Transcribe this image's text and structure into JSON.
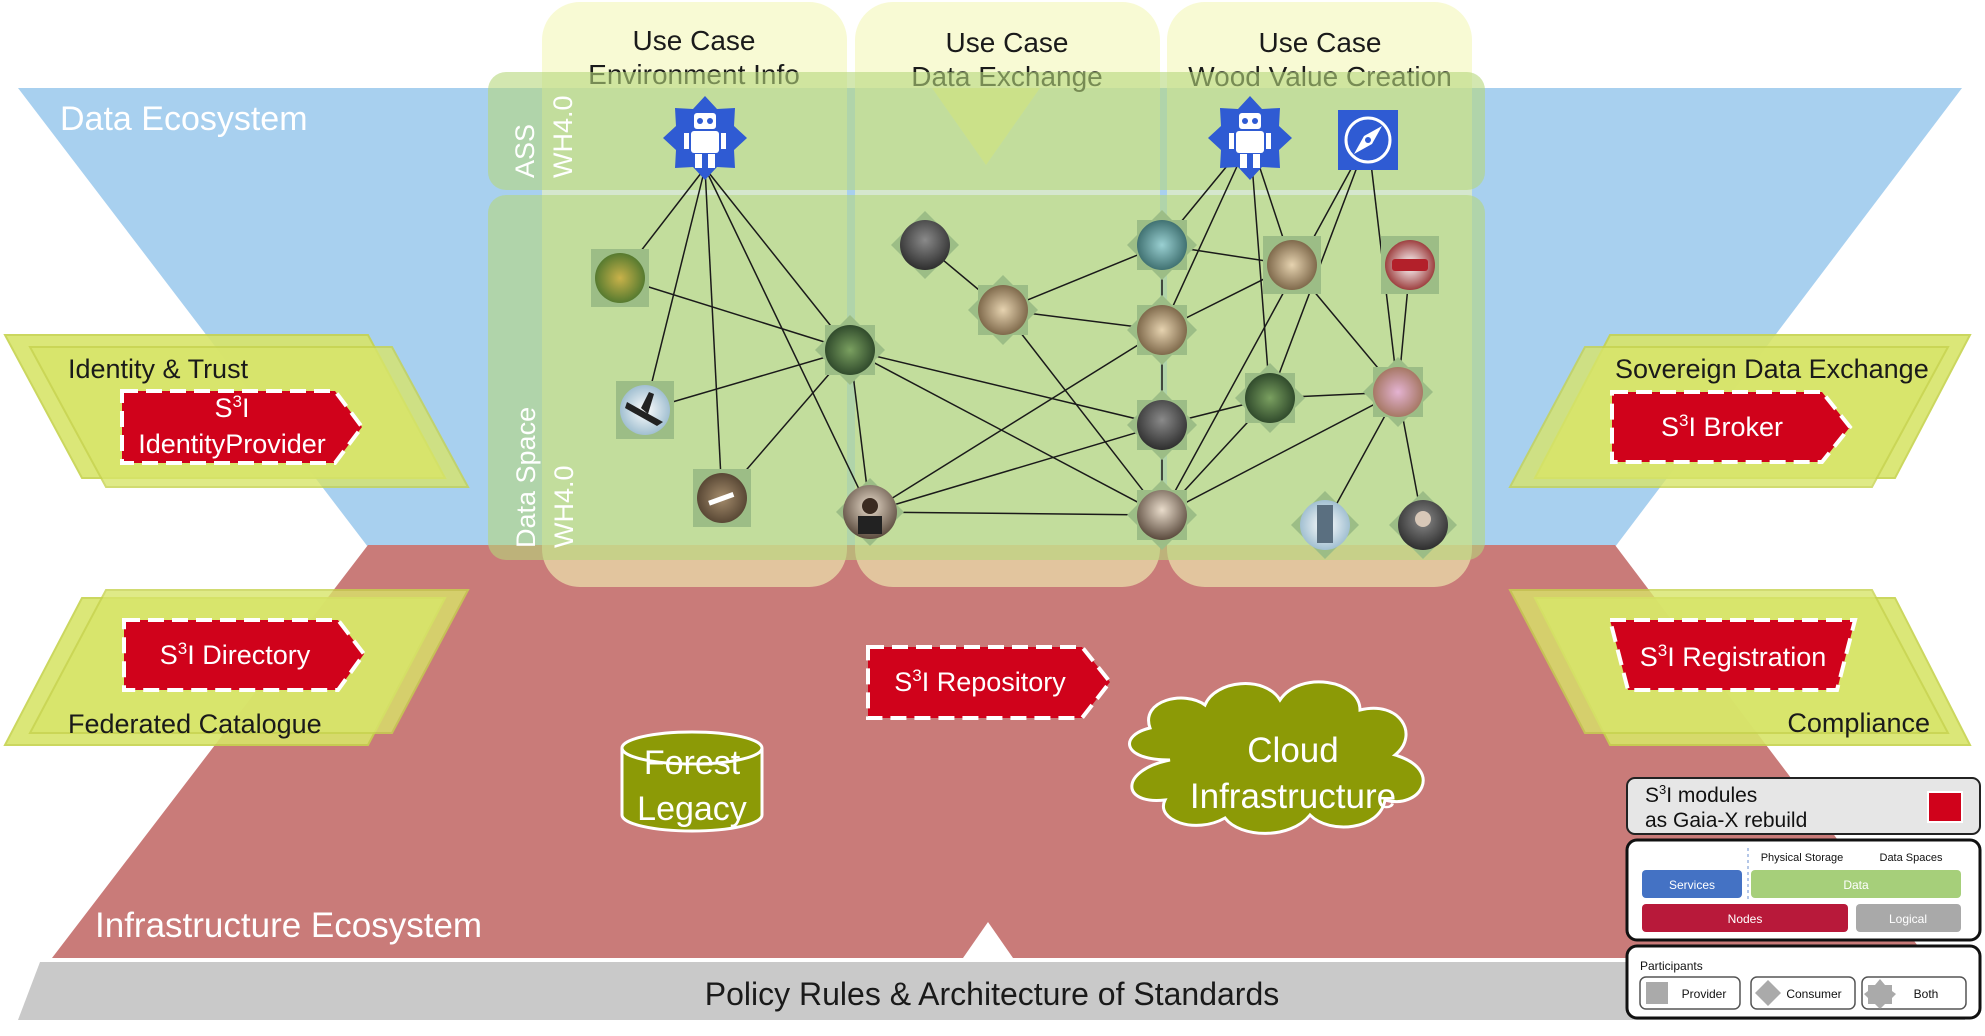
{
  "ecosystems": {
    "data_label": "Data Ecosystem",
    "infrastructure_label": "Infrastructure Ecosystem",
    "policy_label": "Policy Rules & Architecture of Standards"
  },
  "use_cases": [
    {
      "line1": "Use Case",
      "line2": "Environment Info"
    },
    {
      "line1": "Use Case",
      "line2": "Data Exchange"
    },
    {
      "line1": "Use Case",
      "line2": "Wood Value Creation"
    }
  ],
  "lanes": {
    "ass": {
      "line1": "ASS",
      "line2": "WH4.0"
    },
    "data_space": {
      "line1": "Data Space",
      "line2": "WH4.0"
    }
  },
  "side_panels": {
    "identity_trust": {
      "title": "Identity & Trust",
      "module_line1_pre": "S",
      "module_line1_sup": "3",
      "module_line1_post": "I",
      "module_line2": "IdentityProvider"
    },
    "federated_catalogue": {
      "title": "Federated Catalogue",
      "module_pre": "S",
      "module_sup": "3",
      "module_post": "I Directory"
    },
    "sovereign_data_exchange": {
      "title": "Sovereign Data Exchange",
      "module_pre": "S",
      "module_sup": "3",
      "module_post": "I Broker"
    },
    "compliance": {
      "title": "Compliance",
      "module_pre": "S",
      "module_sup": "3",
      "module_post": "I Registration"
    }
  },
  "center": {
    "repository": {
      "pre": "S",
      "sup": "3",
      "post": "I Repository"
    },
    "forest_legacy": {
      "line1": "Forest",
      "line2": "Legacy"
    },
    "cloud": {
      "line1": "Cloud",
      "line2": "Infrastructure"
    }
  },
  "legend": {
    "modules": {
      "line1_pre": "S",
      "line1_sup": "3",
      "line1_post": "I modules",
      "line2": "as Gaia-X rebuild"
    },
    "layers": {
      "physical_storage": "Physical Storage",
      "data_spaces": "Data Spaces",
      "services": "Services",
      "data": "Data",
      "nodes": "Nodes",
      "logical": "Logical"
    },
    "participants": {
      "title": "Participants",
      "provider": "Provider",
      "consumer": "Consumer",
      "both": "Both"
    }
  },
  "colors": {
    "data_ecosystem": "#a8d0ef",
    "infrastructure": "#c97b79",
    "policy": "#c9c9c9",
    "s3i_module": "#d0021b",
    "use_case": "#f4f7b8",
    "lane": "#b6d77c",
    "side_panel": "#d8e56a",
    "cloud": "#8c9a06"
  },
  "icons": [
    "robot-icon",
    "compass-icon",
    "forest-node-icon",
    "airplane-node-icon",
    "soil-sample-icon",
    "tree-stand-node-icon",
    "person-node-icon",
    "building-node-icon",
    "log-pile-node-icon",
    "harvester-node-icon",
    "stacked-logs-node-icon",
    "sawmill-node-icon",
    "wood-chips-node-icon",
    "phone-user-node-icon",
    "wood-truck-node-icon",
    "woodland-node-icon",
    "scatter-node-icon",
    "tower-node-icon",
    "customer-node-icon"
  ]
}
